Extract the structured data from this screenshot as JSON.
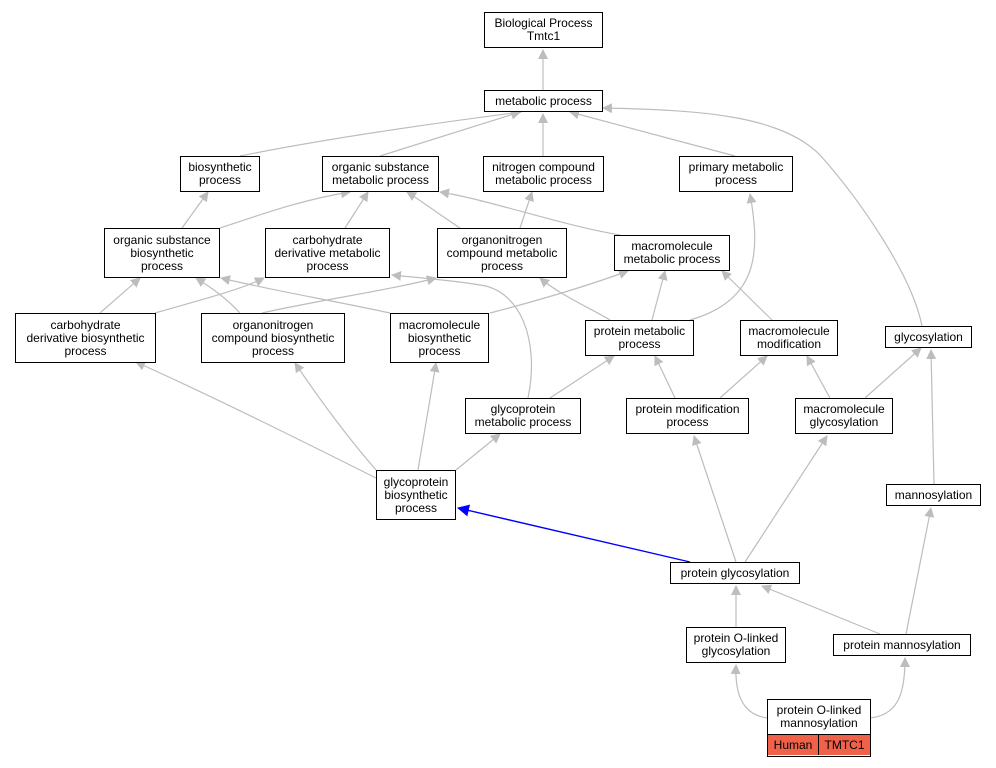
{
  "colors": {
    "edge": "#bdbdbd",
    "highlight_edge": "#0000ff",
    "badge_fill": "#f0614a",
    "border": "#000000"
  },
  "nodes": {
    "biological_process": [
      "Biological Process",
      "Tmtc1"
    ],
    "metabolic_process": [
      "metabolic process"
    ],
    "biosynthetic_process": [
      "biosynthetic",
      "process"
    ],
    "organic_substance_metabolic": [
      "organic substance",
      "metabolic process"
    ],
    "nitrogen_compound_metabolic": [
      "nitrogen compound",
      "metabolic process"
    ],
    "primary_metabolic": [
      "primary metabolic",
      "process"
    ],
    "organic_substance_biosynthetic": [
      "organic substance",
      "biosynthetic",
      "process"
    ],
    "carbohydrate_derivative_metabolic": [
      "carbohydrate",
      "derivative metabolic",
      "process"
    ],
    "organonitrogen_compound_metabolic": [
      "organonitrogen",
      "compound metabolic",
      "process"
    ],
    "macromolecule_metabolic": [
      "macromolecule",
      "metabolic process"
    ],
    "carbohydrate_derivative_biosynthetic": [
      "carbohydrate",
      "derivative biosynthetic",
      "process"
    ],
    "organonitrogen_compound_biosynthetic": [
      "organonitrogen",
      "compound biosynthetic",
      "process"
    ],
    "macromolecule_biosynthetic": [
      "macromolecule",
      "biosynthetic",
      "process"
    ],
    "protein_metabolic": [
      "protein metabolic",
      "process"
    ],
    "macromolecule_modification": [
      "macromolecule",
      "modification"
    ],
    "glycosylation": [
      "glycosylation"
    ],
    "glycoprotein_metabolic": [
      "glycoprotein",
      "metabolic process"
    ],
    "protein_modification": [
      "protein modification",
      "process"
    ],
    "macromolecule_glycosylation": [
      "macromolecule",
      "glycosylation"
    ],
    "glycoprotein_biosynthetic": [
      "glycoprotein",
      "biosynthetic",
      "process"
    ],
    "mannosylation": [
      "mannosylation"
    ],
    "protein_glycosylation": [
      "protein glycosylation"
    ],
    "protein_o_linked_glycosylation": [
      "protein O-linked",
      "glycosylation"
    ],
    "protein_mannosylation": [
      "protein mannosylation"
    ],
    "protein_o_linked_mannosylation": [
      "protein O-linked",
      "mannosylation"
    ]
  },
  "leaf_badges": {
    "species": "Human",
    "gene": "TMTC1"
  }
}
